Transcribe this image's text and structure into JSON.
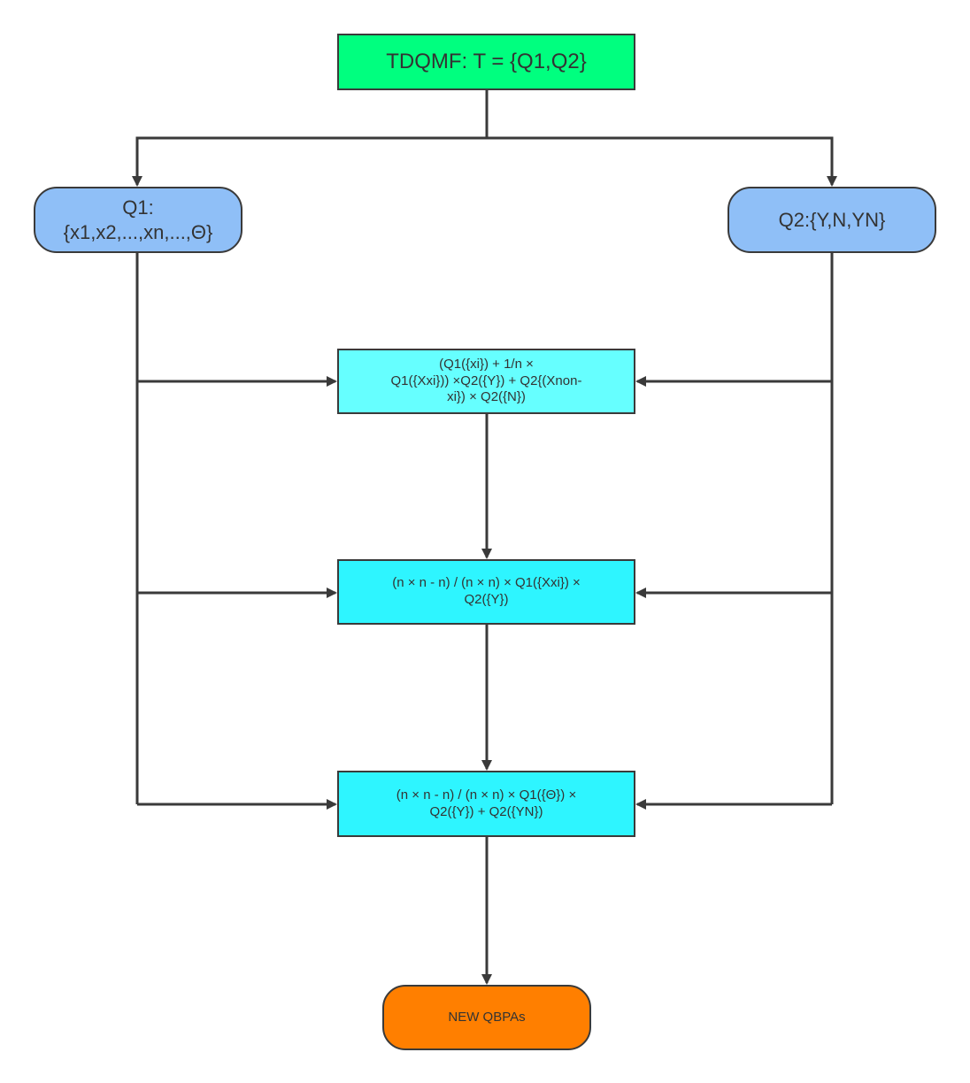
{
  "diagram": {
    "start": {
      "label": "TDQMF: T = {Q1,Q2}"
    },
    "q1": {
      "lines": [
        "Q1:",
        "{x1,x2,...,xn,...,Θ}"
      ]
    },
    "q2": {
      "label": "Q2:{Y,N,YN}"
    },
    "step1": {
      "lines": [
        "(Q1({xi}) + 1/n ×",
        "Q1({Xxi})) ×Q2({Y}) + Q2{(Xnon-",
        "xi}) × Q2({N})"
      ]
    },
    "step2": {
      "lines": [
        "(n × n - n) / (n × n) × Q1({Xxi}) ×",
        "Q2({Y})"
      ]
    },
    "step3": {
      "lines": [
        "(n × n - n) / (n × n) × Q1({Θ}) ×",
        "Q2({Y}) + Q2({YN})"
      ]
    },
    "end": {
      "label": "NEW QBPAs"
    },
    "colors": {
      "start_fill": "#00ff7f",
      "input_fill": "#8fbff7",
      "step1_fill": "#66ffff",
      "step_fill": "#2ef5ff",
      "end_fill": "#ff7f00",
      "stroke": "#3a3a3a"
    }
  }
}
